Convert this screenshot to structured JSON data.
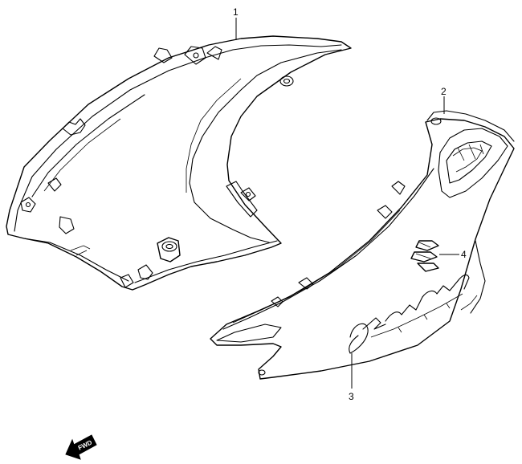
{
  "callouts": {
    "part1": "1",
    "part2": "2",
    "part3": "3",
    "part4": "4"
  },
  "fwd_label": "FWD",
  "colors": {
    "line": "#000000",
    "background": "#ffffff"
  }
}
